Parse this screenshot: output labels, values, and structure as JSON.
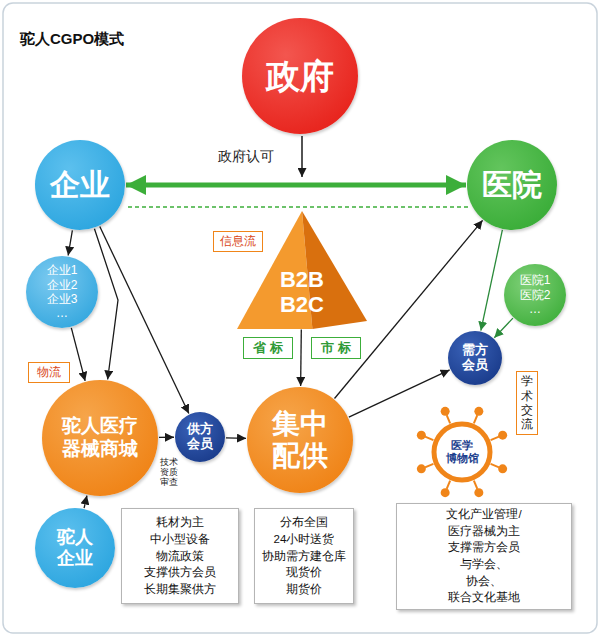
{
  "diagram": {
    "title": "驼人CGPO模式",
    "nodes": [
      {
        "text": [
          "政府"
        ]
      },
      {
        "text": [
          "企业"
        ]
      },
      {
        "text": [
          "医院"
        ]
      },
      {
        "text": [
          "信息流"
        ]
      },
      {
        "text": [
          "B2B",
          "B2C"
        ]
      },
      {
        "text": [
          "企业1 企业2 企业3 …"
        ]
      },
      {
        "text": [
          "医院1 医院2 …"
        ]
      },
      {
        "text": [
          "省 标"
        ]
      },
      {
        "text": [
          "市 标"
        ]
      },
      {
        "text": [
          "需方 会员"
        ]
      },
      {
        "text": [
          "物流"
        ]
      },
      {
        "text": [
          "驼人医疗 器械商城"
        ]
      },
      {
        "text": [
          "供方 会员"
        ]
      },
      {
        "text": [
          "集中 配供"
        ]
      },
      {
        "text": [
          "学术交流"
        ]
      },
      {
        "text": [
          "医学 博物馆"
        ]
      },
      {
        "text": [
          "驼人 企业"
        ]
      },
      {
        "text": [
          "耗材为主",
          "中小型设备",
          "物流政策",
          "支撑供方会员",
          "长期集聚供方"
        ]
      },
      {
        "text": [
          "分布全国",
          "24小时送货",
          "协助需方建仓库",
          "现货价",
          "期货价"
        ]
      },
      {
        "text": [
          "文化产业管理/ 医疗器械为主 支撑需方会员 与学会、协会、 联合文化基地"
        ]
      }
    ],
    "edges": [
      {
        "from": 1,
        "to": 2,
        "arrow": "both"
      },
      {
        "from": 1,
        "to": 5,
        "arrow": "to"
      },
      {
        "from": 1,
        "to": 11,
        "arrow": "to"
      },
      {
        "from": 5,
        "to": 11,
        "arrow": "to"
      },
      {
        "from": 1,
        "to": 12,
        "arrow": "to"
      },
      {
        "from": 16,
        "to": 11,
        "arrow": "to"
      },
      {
        "from": 11,
        "to": 12,
        "arrow": "to"
      },
      {
        "from": 12,
        "to": 13,
        "arrow": "to"
      },
      {
        "from": 4,
        "to": 13,
        "arrow": "to"
      },
      {
        "from": 13,
        "to": 2,
        "arrow": "to"
      },
      {
        "from": 13,
        "to": 9,
        "arrow": "to"
      },
      {
        "from": 2,
        "to": 9,
        "arrow": "to"
      },
      {
        "from": 6,
        "to": 9,
        "arrow": "to"
      }
    ],
    "labels": [
      "政府认可",
      "技术 资质 审查"
    ]
  }
}
